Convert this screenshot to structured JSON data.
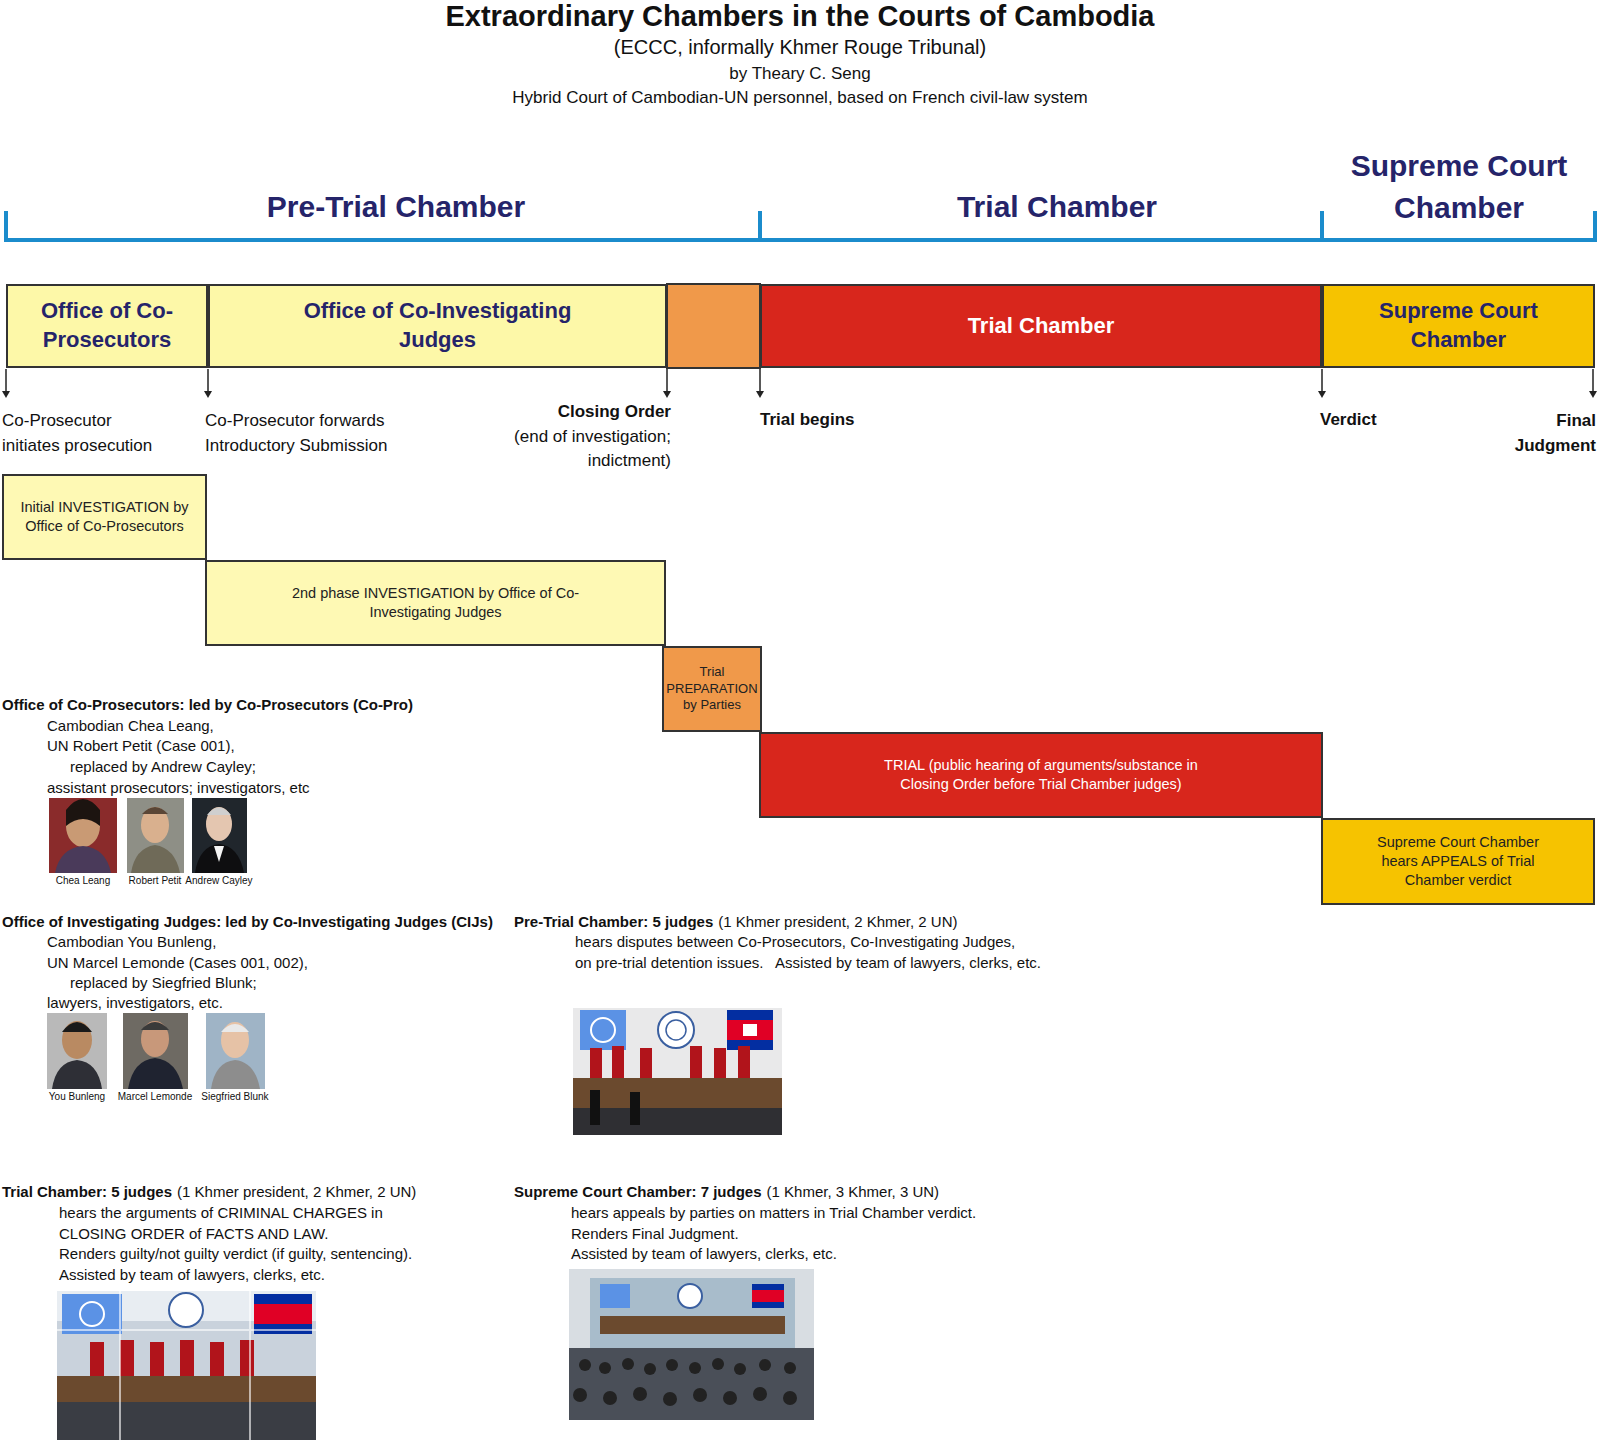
{
  "diagram": {
    "title": "Extraordinary Chambers in the Courts of Cambodia",
    "nodes": [
      {
        "text": [
          "Office of Co-Prosecutors"
        ]
      },
      {
        "text": [
          "Office of Co-Investigating Judges"
        ]
      },
      {
        "text": [
          "Trial Chamber"
        ]
      },
      {
        "text": [
          "Supreme Court Chamber"
        ]
      },
      {
        "text": [
          "Initial INVESTIGATION by Office of Co-Prosecutors"
        ]
      },
      {
        "text": [
          "2nd phase INVESTIGATION by Office of Co-Investigating Judges"
        ]
      },
      {
        "text": [
          "Trial PREPARATION by Parties"
        ]
      },
      {
        "text": [
          "TRIAL (public hearing of arguments/substance in Closing Order before Trial Chamber judges)"
        ]
      },
      {
        "text": [
          "Supreme Court Chamber hears APPEALS of Trial Chamber verdict"
        ]
      }
    ],
    "labels": [
      "(ECCC, informally Khmer Rouge Tribunal)",
      "by Theary C. Seng",
      "Hybrid Court of Cambodian-UN personnel, based on French civil-law system",
      "Pre-Trial Chamber",
      "Trial Chamber",
      "Supreme Court Chamber",
      "Co-Prosecutor initiates prosecution",
      "Co-Prosecutor forwards Introductory Submission",
      "Closing Order",
      "(end of investigation; indictment)",
      "Trial begins",
      "Verdict",
      "Final Judgment",
      "Office of Co-Prosecutors: led by Co-Prosecutors (Co-Pro)",
      "Cambodian Chea Leang,",
      "UN Robert Petit (Case 001),",
      "replaced by Andrew Cayley;",
      "assistant prosecutors; investigators, etc",
      "Chea Leang",
      "Robert Petit",
      "Andrew Cayley",
      "Office of Investigating Judges: led by Co-Investigating Judges (CIJs)",
      "Cambodian You Bunleng,",
      "UN Marcel Lemonde (Cases 001, 002),",
      "replaced by Siegfried Blunk;",
      "lawyers, investigators, etc.",
      "You Bunleng",
      "Marcel Lemonde",
      "Siegfried Blunk",
      "Pre-Trial Chamber: 5 judges",
      "(1 Khmer president, 2 Khmer, 2 UN)",
      "hears disputes between Co-Prosecutors, Co-Investigating Judges,",
      "on pre-trial detention issues.   Assisted by team of lawyers, clerks, etc.",
      "Trial Chamber: 5 judges",
      "(1 Khmer president, 2 Khmer, 2 UN)",
      "hears the arguments of CRIMINAL CHARGES in",
      "CLOSING ORDER of FACTS AND LAW.",
      "Renders guilty/not guilty verdict (if guilty, sentencing).",
      "Assisted by team of lawyers, clerks, etc.",
      "Supreme Court Chamber: 7 judges",
      "(1 Khmer, 3 Khmer, 3 UN)",
      "hears appeals by parties on matters in Trial Chamber verdict.",
      "Renders Final Judgment.",
      "Assisted by team of lawyers, clerks, etc."
    ]
  }
}
